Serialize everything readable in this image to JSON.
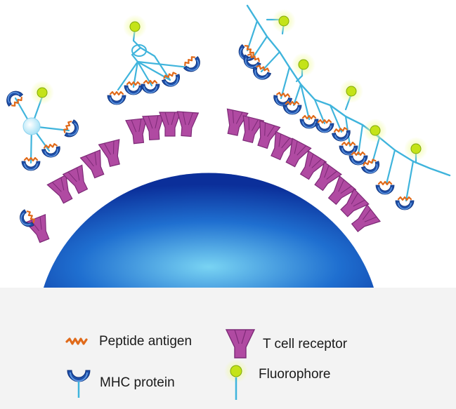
{
  "diagram": {
    "colors": {
      "cell_light": "#79d4f3",
      "cell_mid": "#1f6fd0",
      "cell_dark": "#0b2f9a",
      "tcr": "#b04aa2",
      "tcr_dark": "#7d2a77",
      "mhc": "#1e4fa8",
      "mhc_light": "#5d95df",
      "peptide": "#e06a1a",
      "linker": "#3fb4dc",
      "core": "#cdeefa",
      "fluoro": "#c4e318",
      "fluoro_glow": "#f0fa9a"
    }
  },
  "legend": {
    "peptide": {
      "label": "Peptide antigen",
      "icon": "peptide-icon"
    },
    "tcr": {
      "label": "T cell receptor",
      "icon": "tcr-icon"
    },
    "mhc": {
      "label": "MHC protein",
      "icon": "mhc-icon"
    },
    "fluorophore": {
      "label": "Fluorophore",
      "icon": "fluorophore-icon"
    }
  }
}
